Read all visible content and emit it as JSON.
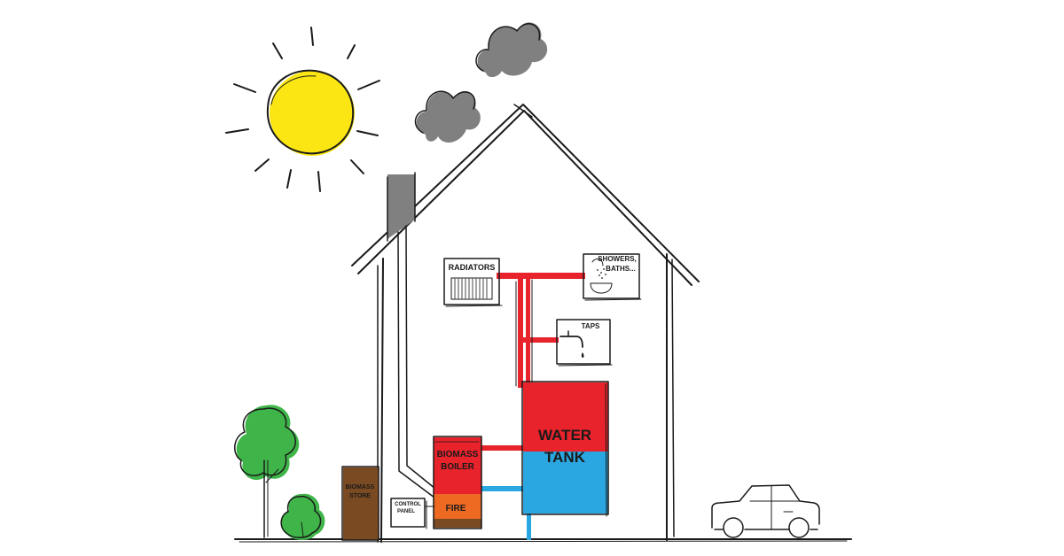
{
  "labels": {
    "radiators": "RADIATORS",
    "showers_line1": "SHOWERS,",
    "showers_line2": "BATHS...",
    "taps": "TAPS",
    "water_tank_line1": "WATER",
    "water_tank_line2": "TANK",
    "boiler_line1": "BIOMASS",
    "boiler_line2": "BOILER",
    "fire": "FIRE",
    "control_panel_line1": "CONTROL",
    "control_panel_line2": "PANEL",
    "store_line1": "BIOMASS",
    "store_line2": "STORE"
  },
  "colors": {
    "sun": "#fbe614",
    "smoke": "#808080",
    "hot_water": "#e8232b",
    "cold_water": "#2aa6e0",
    "fire": "#ee6a22",
    "wood_store": "#7a4a22",
    "tree": "#3fb549",
    "chimney": "#808080"
  }
}
